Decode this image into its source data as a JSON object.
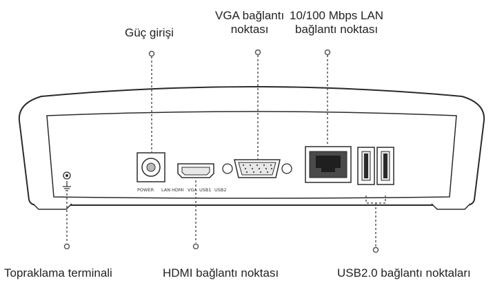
{
  "callouts": {
    "power": "Güç girişi",
    "vga_line1": "VGA bağlantı",
    "vga_line2": "noktası",
    "lan_line1": "10/100 Mbps LAN",
    "lan_line2": "bağlantı noktası",
    "ground": "Topraklama terminali",
    "hdmi": "HDMI bağlantı noktası",
    "usb": "USB2.0 bağlantı noktaları"
  },
  "port_labels": {
    "power": "POWER",
    "lan": "LAN",
    "hdmi": "HDMI",
    "vga": "VGA",
    "usb1": "USB1",
    "usb2": "USB2"
  },
  "colors": {
    "outline": "#2a2a2a",
    "leader": "#555555",
    "port_fill": "#e8e8e8"
  }
}
